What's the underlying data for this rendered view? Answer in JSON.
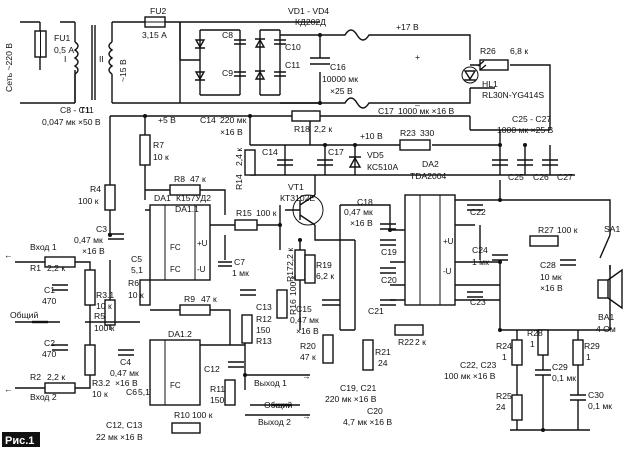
{
  "figure_label": "Рис.1",
  "mains": "Сеть ~220 В",
  "components": {
    "FU1": "FU1",
    "FU1_val": "0,5 А",
    "FU2": "FU2",
    "FU2_val": "3,15 А",
    "T1": "T1",
    "T1_I": "I",
    "T1_II": "II",
    "T1_sec": "~15 В",
    "VD": "VD1 - VD4",
    "VD_type": "КД202Д",
    "C8": "C8",
    "C9": "C9",
    "C10": "C10",
    "C11": "C11",
    "C8C11": "C8 - C11",
    "C8C11_val": "0,047 мк ×50 В",
    "C16": "C16",
    "C16_val1": "10000 мк",
    "C16_val2": "×25 В",
    "V17": "+17 В",
    "V10": "+10 В",
    "V5": "+5 В",
    "R26": "R26",
    "R26_val": "6,8 к",
    "HL1": "HL1",
    "HL1_type": "RL30N-YG414S",
    "C17_top": "C17",
    "C17_top_val": "1000 мк ×16 В",
    "C25C27": "C25 - C27",
    "C25C27_val": "1000 мк ×25 В",
    "C14_top": "C14",
    "C14_val1": "220 мк",
    "C14_val2": "×16 В",
    "R18": "R18",
    "R18_val": "2,2 к",
    "R23": "R23",
    "R23_val": "330",
    "C14": "C14",
    "C17": "C17",
    "VD5": "VD5",
    "VD5_type": "КС510А",
    "C25": "C25",
    "C26": "C26",
    "C27": "C27",
    "DA2": "DA2",
    "DA2_type": "TDA2004",
    "R7": "R7",
    "R7_val": "10 к",
    "R8": "R8",
    "R8_val": "47 к",
    "DA1": "DA1",
    "DA1_type": "К157УД2",
    "DA11": "DA1.1",
    "R14": "R14",
    "R14_val": "2,4 к",
    "VT1": "VT1",
    "VT1_type": "КТ3102Е",
    "R4": "R4",
    "R4_val": "100 к",
    "C3": "C3",
    "C3_val1": "0,47 мк",
    "C3_val2": "×16 В",
    "in1": "Вход 1",
    "in2": "Вход 2",
    "R1": "R1",
    "R1_val": "2,2 к",
    "R2": "R2",
    "R2_val": "2,2 к",
    "C1": "C1",
    "C1_val": "470",
    "C2": "C2",
    "C2_val": "470",
    "R31": "R3.1",
    "R31_val": "10 к",
    "R32": "R3.2",
    "R32_val": "10 к",
    "common": "Общий",
    "common2": "Общий",
    "R5": "R5",
    "R5_val": "100 к",
    "C5": "C5",
    "C5_val": "5,1",
    "R6": "R6",
    "R6_val": "10 к",
    "C4": "C4",
    "C4_val1": "0,47 мк",
    "C4_val2": "×16 В",
    "C6": "C6",
    "C6_val": "5,1",
    "R9": "R9",
    "R9_val": "47 к",
    "DA12": "DA1.2",
    "R10": "R10",
    "R10_val": "100 к",
    "C12C13": "C12, C13",
    "C12C13_val": "22 мк ×16 В",
    "R15": "R15",
    "R15_val": "100 к",
    "C7": "C7",
    "C7_val": "1 мк",
    "R16": "R16",
    "R16_val": "100 к",
    "C13": "C13",
    "R12": "R12",
    "R12_val": "150",
    "R13": "R13",
    "C12": "C12",
    "R11": "R11",
    "R11_val": "150",
    "R17": "R17",
    "R17_val": "2,2 к",
    "R19": "R19",
    "R19_val": "6,2 к",
    "C15": "C15",
    "C15_val1": "0,47 мк",
    "C15_val2": "×16 В",
    "R20": "R20",
    "R20_val": "47 к",
    "out1": "Выход 1",
    "out2": "Выход 2",
    "C18": "C18",
    "C18_val1": "0,47 мк",
    "C18_val2": "×16 В",
    "C19": "C19",
    "C20": "C20",
    "C21": "C21",
    "C22": "C22",
    "C23": "C23",
    "C24": "C24",
    "C24_val": "1 мк",
    "R27": "R27",
    "R27_val": "100 к",
    "C28": "C28",
    "C28_val1": "10 мк",
    "C28_val2": "×16 В",
    "SA1": "SA1",
    "BA1": "BA1",
    "BA1_val": "4 Ом",
    "R21": "R21",
    "R21_val": "24",
    "R22": "R22",
    "R22_val": "2 к",
    "C22C23": "C22, C23",
    "C22C23_val": "100 мк ×16 В",
    "C19C21": "C19, C21",
    "C19C21_val": "220 мк ×16 В",
    "C20_lbl": "C20",
    "C20_val": "4,7 мк ×16 В",
    "R24": "R24",
    "R24_val": "1",
    "R25": "R25",
    "R25_val": "24",
    "R28": "R28",
    "R28_val": "1",
    "C29": "C29",
    "C29_val": "0,1 мк",
    "R29": "R29",
    "R29_val": "1",
    "C30": "C30",
    "C30_val": "0,1 мк",
    "FC": "FC",
    "Uplus": "+U",
    "Uminus": "-U"
  }
}
